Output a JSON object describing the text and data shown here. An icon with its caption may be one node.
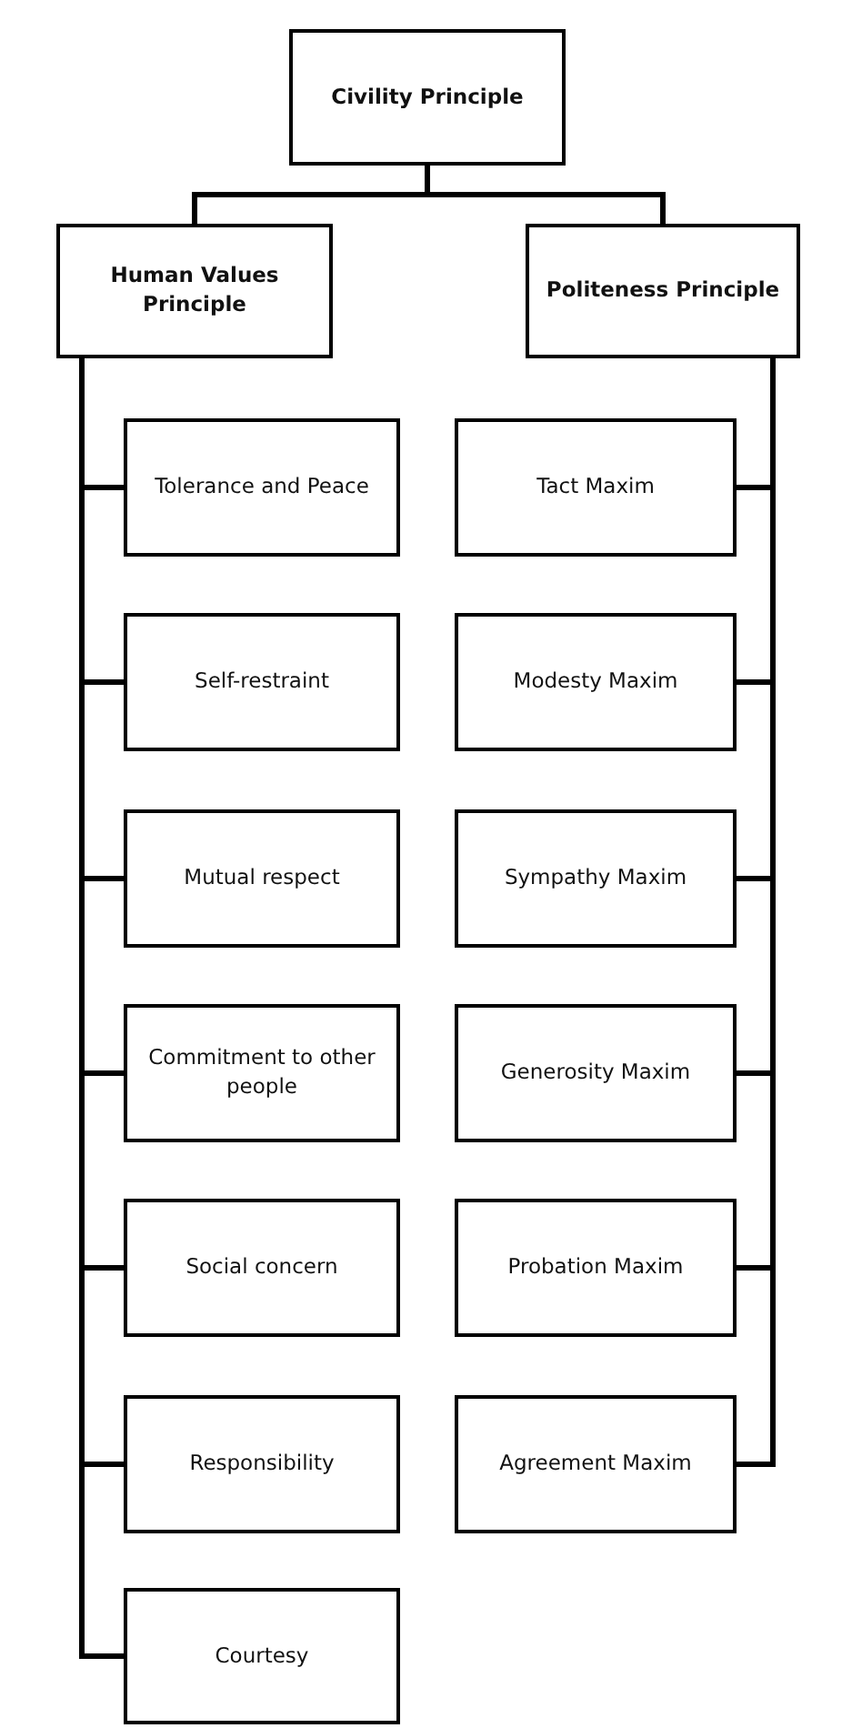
{
  "diagram": {
    "nodes": [
      {
        "text": [
          "Civility Principle"
        ]
      },
      {
        "text": [
          "Human Values Principle"
        ]
      },
      {
        "text": [
          "Politeness Principle"
        ]
      },
      {
        "text": [
          "Tolerance and Peace"
        ]
      },
      {
        "text": [
          "Self-restraint"
        ]
      },
      {
        "text": [
          "Mutual respect"
        ]
      },
      {
        "text": [
          "Commitment to other people"
        ]
      },
      {
        "text": [
          "Social concern"
        ]
      },
      {
        "text": [
          "Responsibility"
        ]
      },
      {
        "text": [
          "Courtesy"
        ]
      },
      {
        "text": [
          "Tact Maxim"
        ]
      },
      {
        "text": [
          "Modesty Maxim"
        ]
      },
      {
        "text": [
          "Sympathy Maxim"
        ]
      },
      {
        "text": [
          "Generosity Maxim"
        ]
      },
      {
        "text": [
          "Probation Maxim"
        ]
      },
      {
        "text": [
          "Agreement Maxim"
        ]
      }
    ],
    "edges": [
      {
        "from": 0,
        "to": 1,
        "arrow": "none"
      },
      {
        "from": 0,
        "to": 2,
        "arrow": "none"
      },
      {
        "from": 1,
        "to": 3,
        "arrow": "none"
      },
      {
        "from": 1,
        "to": 4,
        "arrow": "none"
      },
      {
        "from": 1,
        "to": 5,
        "arrow": "none"
      },
      {
        "from": 1,
        "to": 6,
        "arrow": "none"
      },
      {
        "from": 1,
        "to": 7,
        "arrow": "none"
      },
      {
        "from": 1,
        "to": 8,
        "arrow": "none"
      },
      {
        "from": 1,
        "to": 9,
        "arrow": "none"
      },
      {
        "from": 2,
        "to": 10,
        "arrow": "none"
      },
      {
        "from": 2,
        "to": 11,
        "arrow": "none"
      },
      {
        "from": 2,
        "to": 12,
        "arrow": "none"
      },
      {
        "from": 2,
        "to": 13,
        "arrow": "none"
      },
      {
        "from": 2,
        "to": 14,
        "arrow": "none"
      },
      {
        "from": 2,
        "to": 15,
        "arrow": "none"
      }
    ]
  }
}
